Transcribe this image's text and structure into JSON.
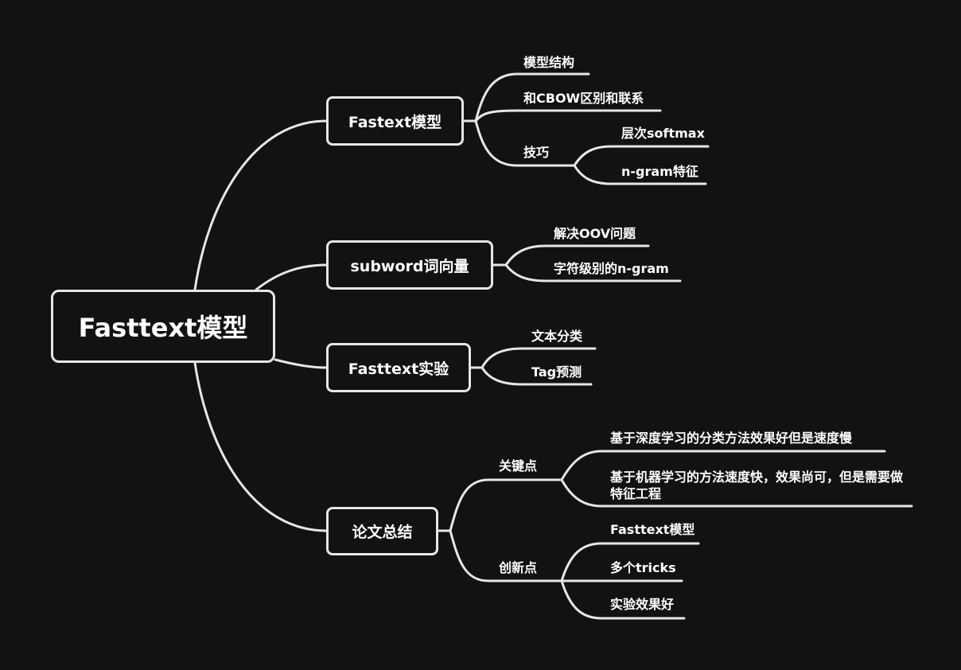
{
  "root": {
    "label": "Fasttext模型"
  },
  "branches": [
    {
      "label": "Fastext模型",
      "children": [
        {
          "label": "模型结构"
        },
        {
          "label": "和CBOW区别和联系"
        },
        {
          "label": "技巧",
          "children": [
            {
              "label": "层次softmax"
            },
            {
              "label": "n-gram特征"
            }
          ]
        }
      ]
    },
    {
      "label": "subword词向量",
      "children": [
        {
          "label": "解决OOV问题"
        },
        {
          "label": "字符级别的n-gram"
        }
      ]
    },
    {
      "label": "Fasttext实验",
      "children": [
        {
          "label": "文本分类"
        },
        {
          "label": "Tag预测"
        }
      ]
    },
    {
      "label": "论文总结",
      "children": [
        {
          "label": "关键点",
          "children": [
            {
              "label": "基于深度学习的分类方法效果好但是速度慢"
            },
            {
              "label": "基于机器学习的方法速度快，效果尚可，但是需要做特征工程"
            }
          ]
        },
        {
          "label": "创新点",
          "children": [
            {
              "label": "Fasttext模型"
            },
            {
              "label": "多个tricks"
            },
            {
              "label": "实验效果好"
            }
          ]
        }
      ]
    }
  ]
}
